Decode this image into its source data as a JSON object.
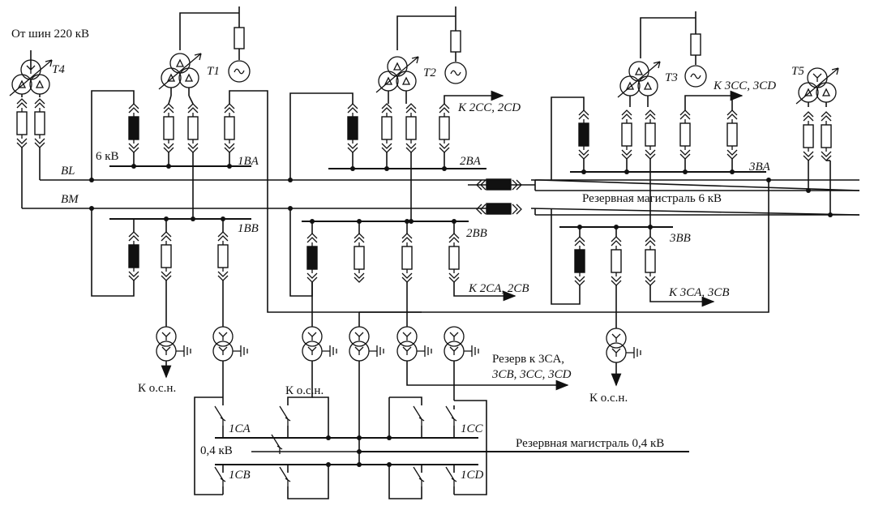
{
  "labels": {
    "source": "От шин 220 кВ",
    "t4": "T4",
    "t1": "T1",
    "t2": "T2",
    "t3": "T3",
    "t5": "T5",
    "kv6": "6 кВ",
    "bl": "BL",
    "bm": "BM",
    "ba1": "1BA",
    "ba2": "2BA",
    "ba3": "3BA",
    "bb1": "1BB",
    "bb2": "2BB",
    "bb3": "3BB",
    "to_2cc_2cd": "К 2CC, 2CD",
    "to_3cc_3cd": "К 3CC, 3CD",
    "to_2ca_2cb": "К 2CA, 2CB",
    "to_3ca_3cb": "К 3CA, 3CB",
    "reserve_6kv": "Резервная магистраль 6 кВ",
    "osn1": "К о.с.н.",
    "osn2": "К о.с.н.",
    "osn3": "К о.с.н.",
    "reserve_to_1": "Резерв к 3CA,",
    "reserve_to_2": "3CB, 3CC, 3CD",
    "ca1": "1CA",
    "cb1": "1CB",
    "cc1": "1CC",
    "cd1": "1CD",
    "kv04": "0,4 кВ",
    "reserve_04kv": "Резервная магистраль 0,4 кВ"
  }
}
